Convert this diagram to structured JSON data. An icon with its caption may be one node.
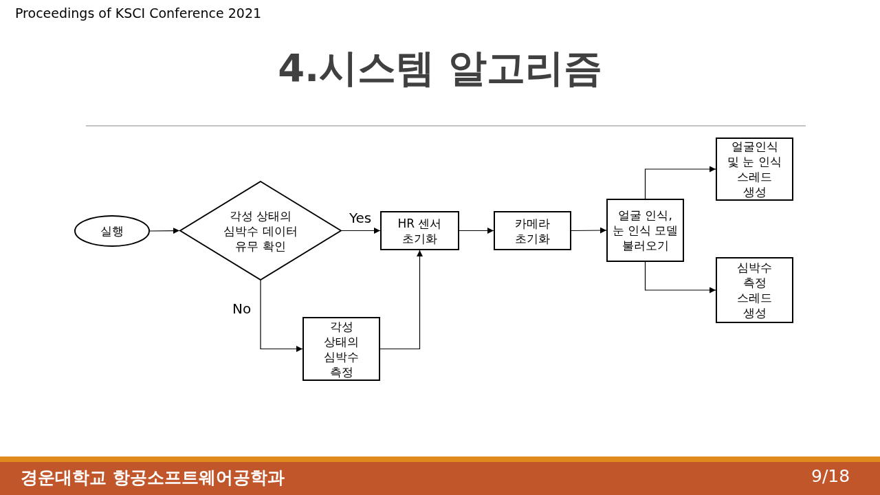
{
  "diagram": {
    "title": "4.시스템 알고리즘",
    "nodes": [
      {
        "text": [
          "실행"
        ]
      },
      {
        "text": [
          "각성 상태의 심박수 데이터 유무 확인"
        ]
      },
      {
        "text": [
          "HR 센서 초기화"
        ]
      },
      {
        "text": [
          "카메라 초기화"
        ]
      },
      {
        "text": [
          "얼굴 인식, 눈 인식 모델 불러오기"
        ]
      },
      {
        "text": [
          "얼굴인식 및 눈 인식 스레드 생성"
        ]
      },
      {
        "text": [
          "심박수 측정 스레드 생성"
        ]
      },
      {
        "text": [
          "각성 상태의 심박수 측정"
        ]
      }
    ],
    "edges": [
      {
        "from": 0,
        "to": 1,
        "arrow": "to"
      },
      {
        "from": 1,
        "to": 2,
        "arrow": "to",
        "label": "Yes"
      },
      {
        "from": 1,
        "to": 7,
        "arrow": "to",
        "label": "No"
      },
      {
        "from": 7,
        "to": 2,
        "arrow": "to"
      },
      {
        "from": 2,
        "to": 3,
        "arrow": "to"
      },
      {
        "from": 3,
        "to": 4,
        "arrow": "to"
      },
      {
        "from": 4,
        "to": 5,
        "arrow": "to"
      },
      {
        "from": 4,
        "to": 6,
        "arrow": "to"
      }
    ],
    "labels": [
      "Proceedings of KSCI Conference 2021",
      "경운대학교 항공소프트웨어공학과",
      "9/18"
    ]
  }
}
